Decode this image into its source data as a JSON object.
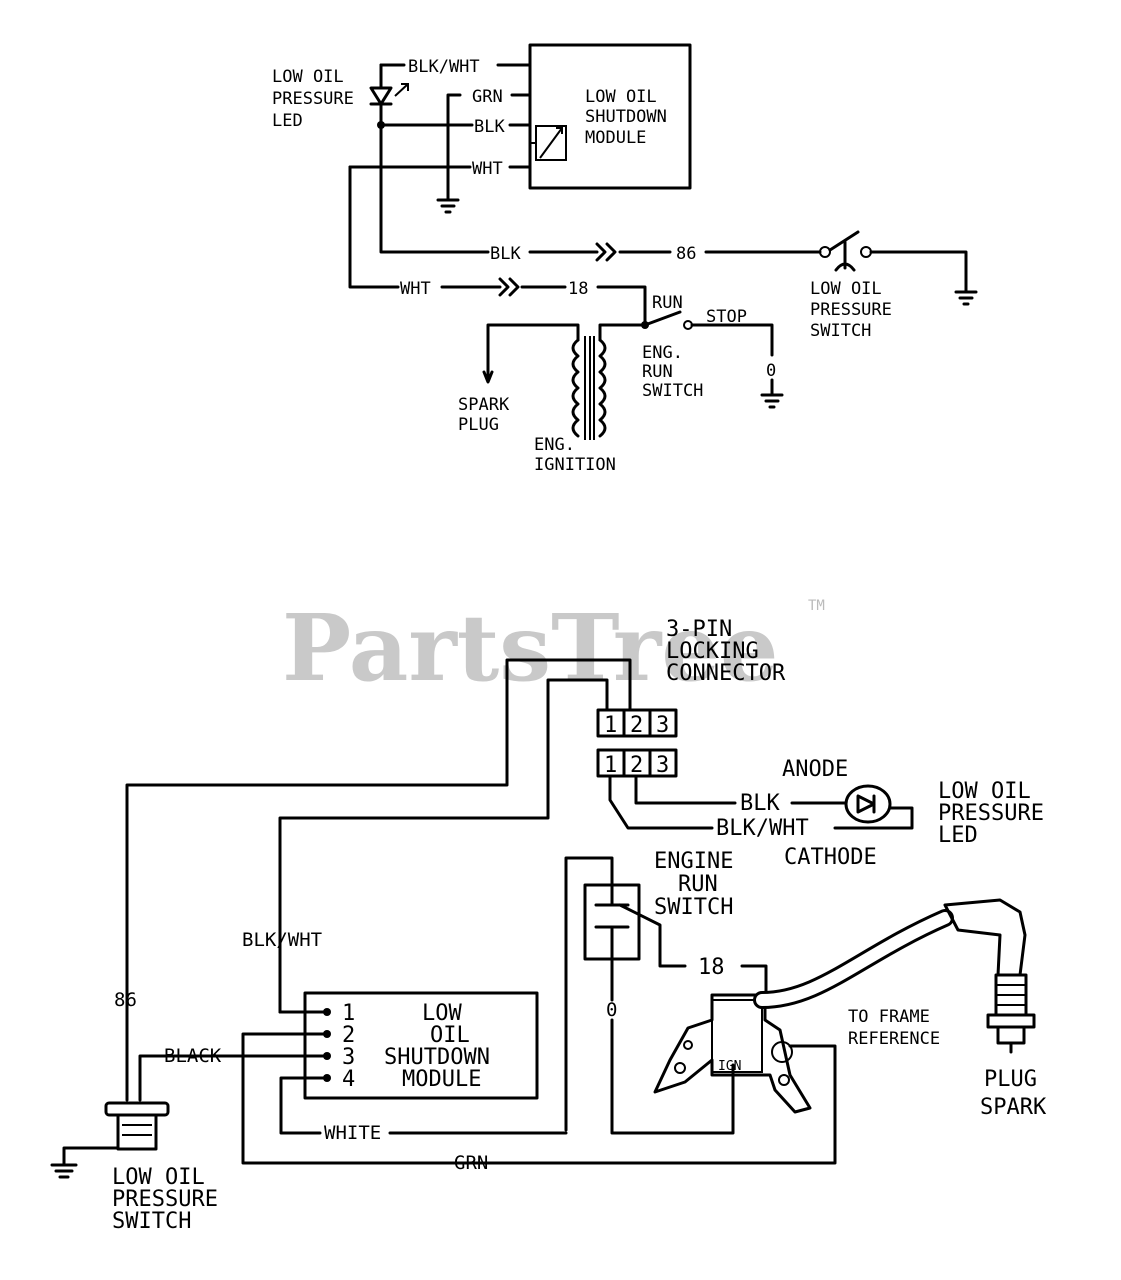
{
  "watermark": {
    "brand": "PartsTree",
    "tm": "TM"
  },
  "top": {
    "led_label": [
      "LOW OIL",
      "PRESSURE",
      "LED"
    ],
    "module_label": [
      "LOW OIL",
      "SHUTDOWN",
      "MODULE"
    ],
    "wire_blk_wht": "BLK/WHT",
    "wire_grn": "GRN",
    "wire_blk": "BLK",
    "wire_wht": "WHT",
    "wire_blk_86": "BLK",
    "num_86": "86",
    "wire_wht_18": "WHT",
    "num_18": "18",
    "pressure_switch_label": [
      "LOW OIL",
      "PRESSURE",
      "SWITCH"
    ],
    "run": "RUN",
    "stop": "STOP",
    "zero": "0",
    "run_switch_label": [
      "ENG.",
      "RUN",
      "SWITCH"
    ],
    "spark_plug_label": [
      "SPARK",
      "PLUG"
    ],
    "ignition_label": [
      "ENG.",
      "IGNITION"
    ]
  },
  "bottom": {
    "connector_label": [
      "3-PIN",
      "LOCKING",
      "CONNECTOR"
    ],
    "pins_top": [
      "1",
      "2",
      "3"
    ],
    "pins_bottom": [
      "1",
      "2",
      "3"
    ],
    "anode": "ANODE",
    "cathode": "CATHODE",
    "wire_blk": "BLK",
    "wire_blk_wht": "BLK/WHT",
    "led_label": [
      "LOW OIL",
      "PRESSURE",
      "LED"
    ],
    "run_switch_label": [
      "ENGINE",
      "RUN",
      "SWITCH"
    ],
    "num_18": "18",
    "zero": "0",
    "left_blk_wht": "BLK/WHT",
    "num_86": "86",
    "black": "BLACK",
    "module_pins": [
      "1",
      "2",
      "3",
      "4"
    ],
    "module_label": [
      "LOW",
      "OIL",
      "SHUTDOWN",
      "MODULE"
    ],
    "white": "WHITE",
    "grn": "GRN",
    "ign": "IGN",
    "frame_ref": [
      "TO FRAME",
      "REFERENCE"
    ],
    "plug_spark": [
      "PLUG",
      "SPARK"
    ],
    "pressure_switch_label": [
      "LOW OIL",
      "PRESSURE",
      "SWITCH"
    ]
  }
}
